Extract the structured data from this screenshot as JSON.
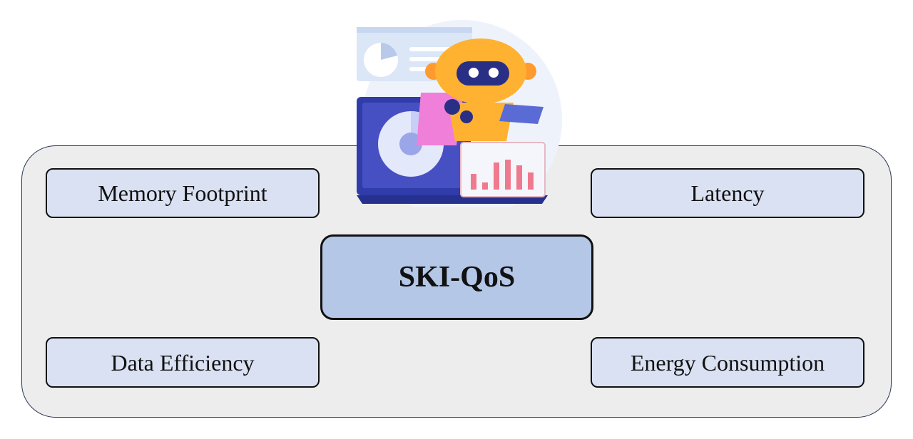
{
  "diagram": {
    "center_label": "SKI-QoS",
    "nodes": [
      {
        "id": "memory",
        "label": "Memory Footprint"
      },
      {
        "id": "latency",
        "label": "Latency"
      },
      {
        "id": "data",
        "label": "Data Efficiency"
      },
      {
        "id": "energy",
        "label": "Energy Consumption"
      }
    ],
    "illustration": "robot-at-laptop-icon"
  },
  "colors": {
    "panel_background": "#ededed",
    "panel_border": "#2b3550",
    "box_fill": "#d9e1f2",
    "center_fill": "#b4c7e7",
    "box_border": "#111111"
  }
}
